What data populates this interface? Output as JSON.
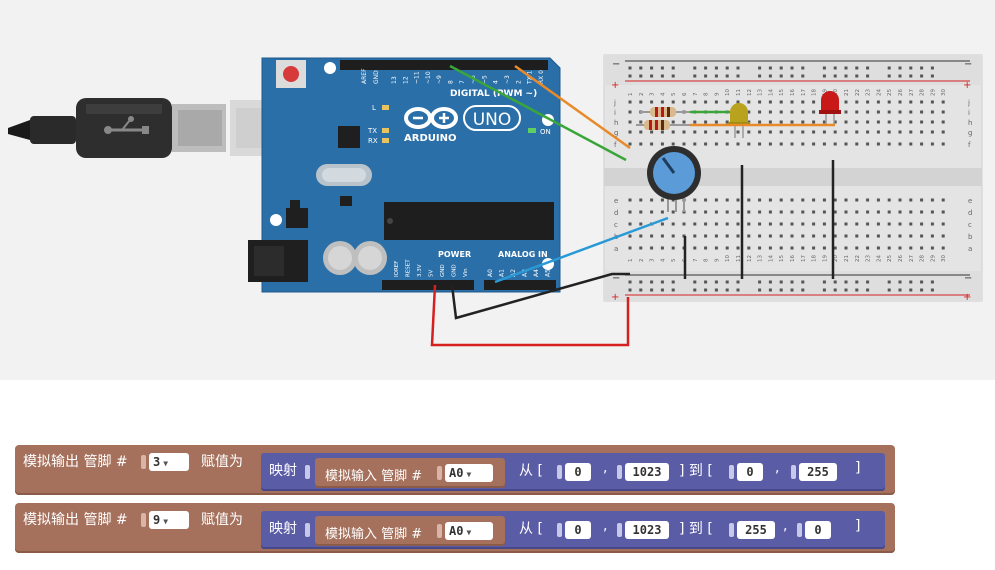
{
  "board": {
    "digital_label": "DIGITAL (PWM ~)",
    "brand": "ARDUINO",
    "model": "UNO",
    "power_label": "POWER",
    "analog_label": "ANALOG IN",
    "on_label": "ON",
    "l_label": "L",
    "tx_label": "TX",
    "rx_label": "RX",
    "aref_label": "AREF",
    "gnd_label": "GND",
    "digital_pins": [
      "13",
      "12",
      "~11",
      "~10",
      "~9",
      "8",
      "7",
      "~6",
      "~5",
      "4",
      "~3",
      "2",
      "TX 1",
      "RX 0"
    ],
    "power_pins": [
      "IOREF",
      "RESET",
      "3.3V",
      "5V",
      "GND",
      "GND",
      "Vin"
    ],
    "analog_pins": [
      "A0",
      "A1",
      "A2",
      "A3",
      "A4",
      "A5"
    ]
  },
  "breadboard": {
    "row_letters_top": [
      "j",
      "i",
      "h",
      "g",
      "f"
    ],
    "row_letters_bottom": [
      "e",
      "d",
      "c",
      "b",
      "a"
    ],
    "column_numbers": [
      "1",
      "2",
      "3",
      "4",
      "5",
      "6",
      "7",
      "8",
      "9",
      "10",
      "11",
      "12",
      "13",
      "14",
      "15",
      "16",
      "17",
      "18",
      "19",
      "20",
      "21",
      "22",
      "23",
      "24",
      "25",
      "26",
      "27",
      "28",
      "29",
      "30"
    ]
  },
  "blocks": [
    {
      "title": "模拟输出 管脚 #",
      "pin": "3",
      "assign": "赋值为",
      "map": "映射",
      "analog_in": "模拟输入 管脚 #",
      "ain_pin": "A0",
      "from": "从 [",
      "v1": "0",
      "v2": "1023",
      "to": "] 到 [",
      "v3": "0",
      "v4": "255",
      "end": "]",
      "comma1": ",",
      "comma2": ","
    },
    {
      "title": "模拟输出 管脚 #",
      "pin": "9",
      "assign": "赋值为",
      "map": "映射",
      "analog_in": "模拟输入 管脚 #",
      "ain_pin": "A0",
      "from": "从 [",
      "v1": "0",
      "v2": "1023",
      "to": "] 到 [",
      "v3": "255",
      "v4": "0",
      "end": "]",
      "comma1": ",",
      "comma2": ","
    }
  ],
  "colors": {
    "board": "#2b6fa8",
    "block_brown": "#a5715c",
    "block_purple": "#5b5ca6",
    "wire_orange": "#e88a2a",
    "wire_green": "#3aa63a",
    "wire_blue": "#2a9ad6",
    "wire_red": "#d62020",
    "wire_black": "#222222",
    "led_yellow": "#b8a21e",
    "led_red": "#c81818"
  }
}
